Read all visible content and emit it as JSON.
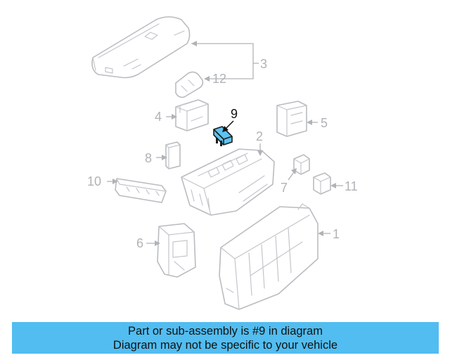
{
  "callouts": {
    "c1": "1",
    "c2": "2",
    "c3": "3",
    "c4": "4",
    "c5": "5",
    "c6": "6",
    "c7": "7",
    "c8": "8",
    "c9": "9",
    "c10": "10",
    "c11": "11",
    "c12": "12"
  },
  "highlighted_part": "9",
  "highlight_color": "#5ec3ef",
  "banner": {
    "line1": "Part or sub-assembly is #9 in diagram",
    "line2": "Diagram may not be specific to your vehicle",
    "background": "#52bdf0"
  }
}
